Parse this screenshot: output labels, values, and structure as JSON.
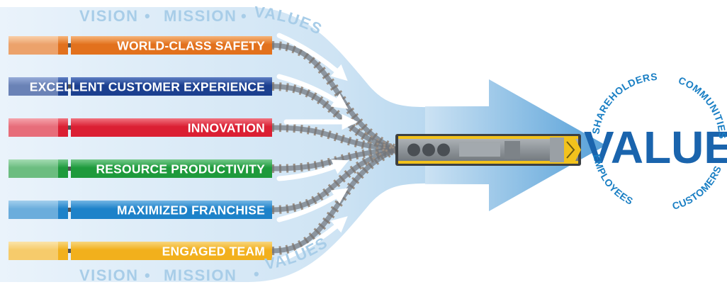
{
  "banner": {
    "top": {
      "vision": "VISION",
      "mission": "MISSION",
      "values": "VALUES",
      "separator": "•"
    },
    "bottom": {
      "vision": "VISION",
      "mission": "MISSION",
      "values": "VALUES",
      "separator": "•"
    }
  },
  "trains": [
    {
      "label": "WORLD-CLASS SAFETY",
      "color": "#e2711d",
      "light": "#f6b57a"
    },
    {
      "label": "EXCELLENT CUSTOMER EXPERIENCE",
      "color": "#1b3f8f",
      "light": "#5f7fc4"
    },
    {
      "label": "INNOVATION",
      "color": "#db1f33",
      "light": "#f0737f"
    },
    {
      "label": "RESOURCE PRODUCTIVITY",
      "color": "#1e9a3c",
      "light": "#74c98a"
    },
    {
      "label": "MAXIMIZED FRANCHISE",
      "color": "#1d82c9",
      "light": "#72b5e4"
    },
    {
      "label": "ENGAGED TEAM",
      "color": "#f2b01c",
      "light": "#f8d67e"
    }
  ],
  "outcome": {
    "title": "VALUE",
    "stakeholders": [
      "SHAREHOLDERS",
      "COMMUNITIES",
      "CUSTOMERS",
      "EMPLOYEES"
    ],
    "color": "#1a64ad"
  },
  "locomotive": {
    "body_color": "#f2c21c",
    "cab_color": "#8a8f94"
  }
}
